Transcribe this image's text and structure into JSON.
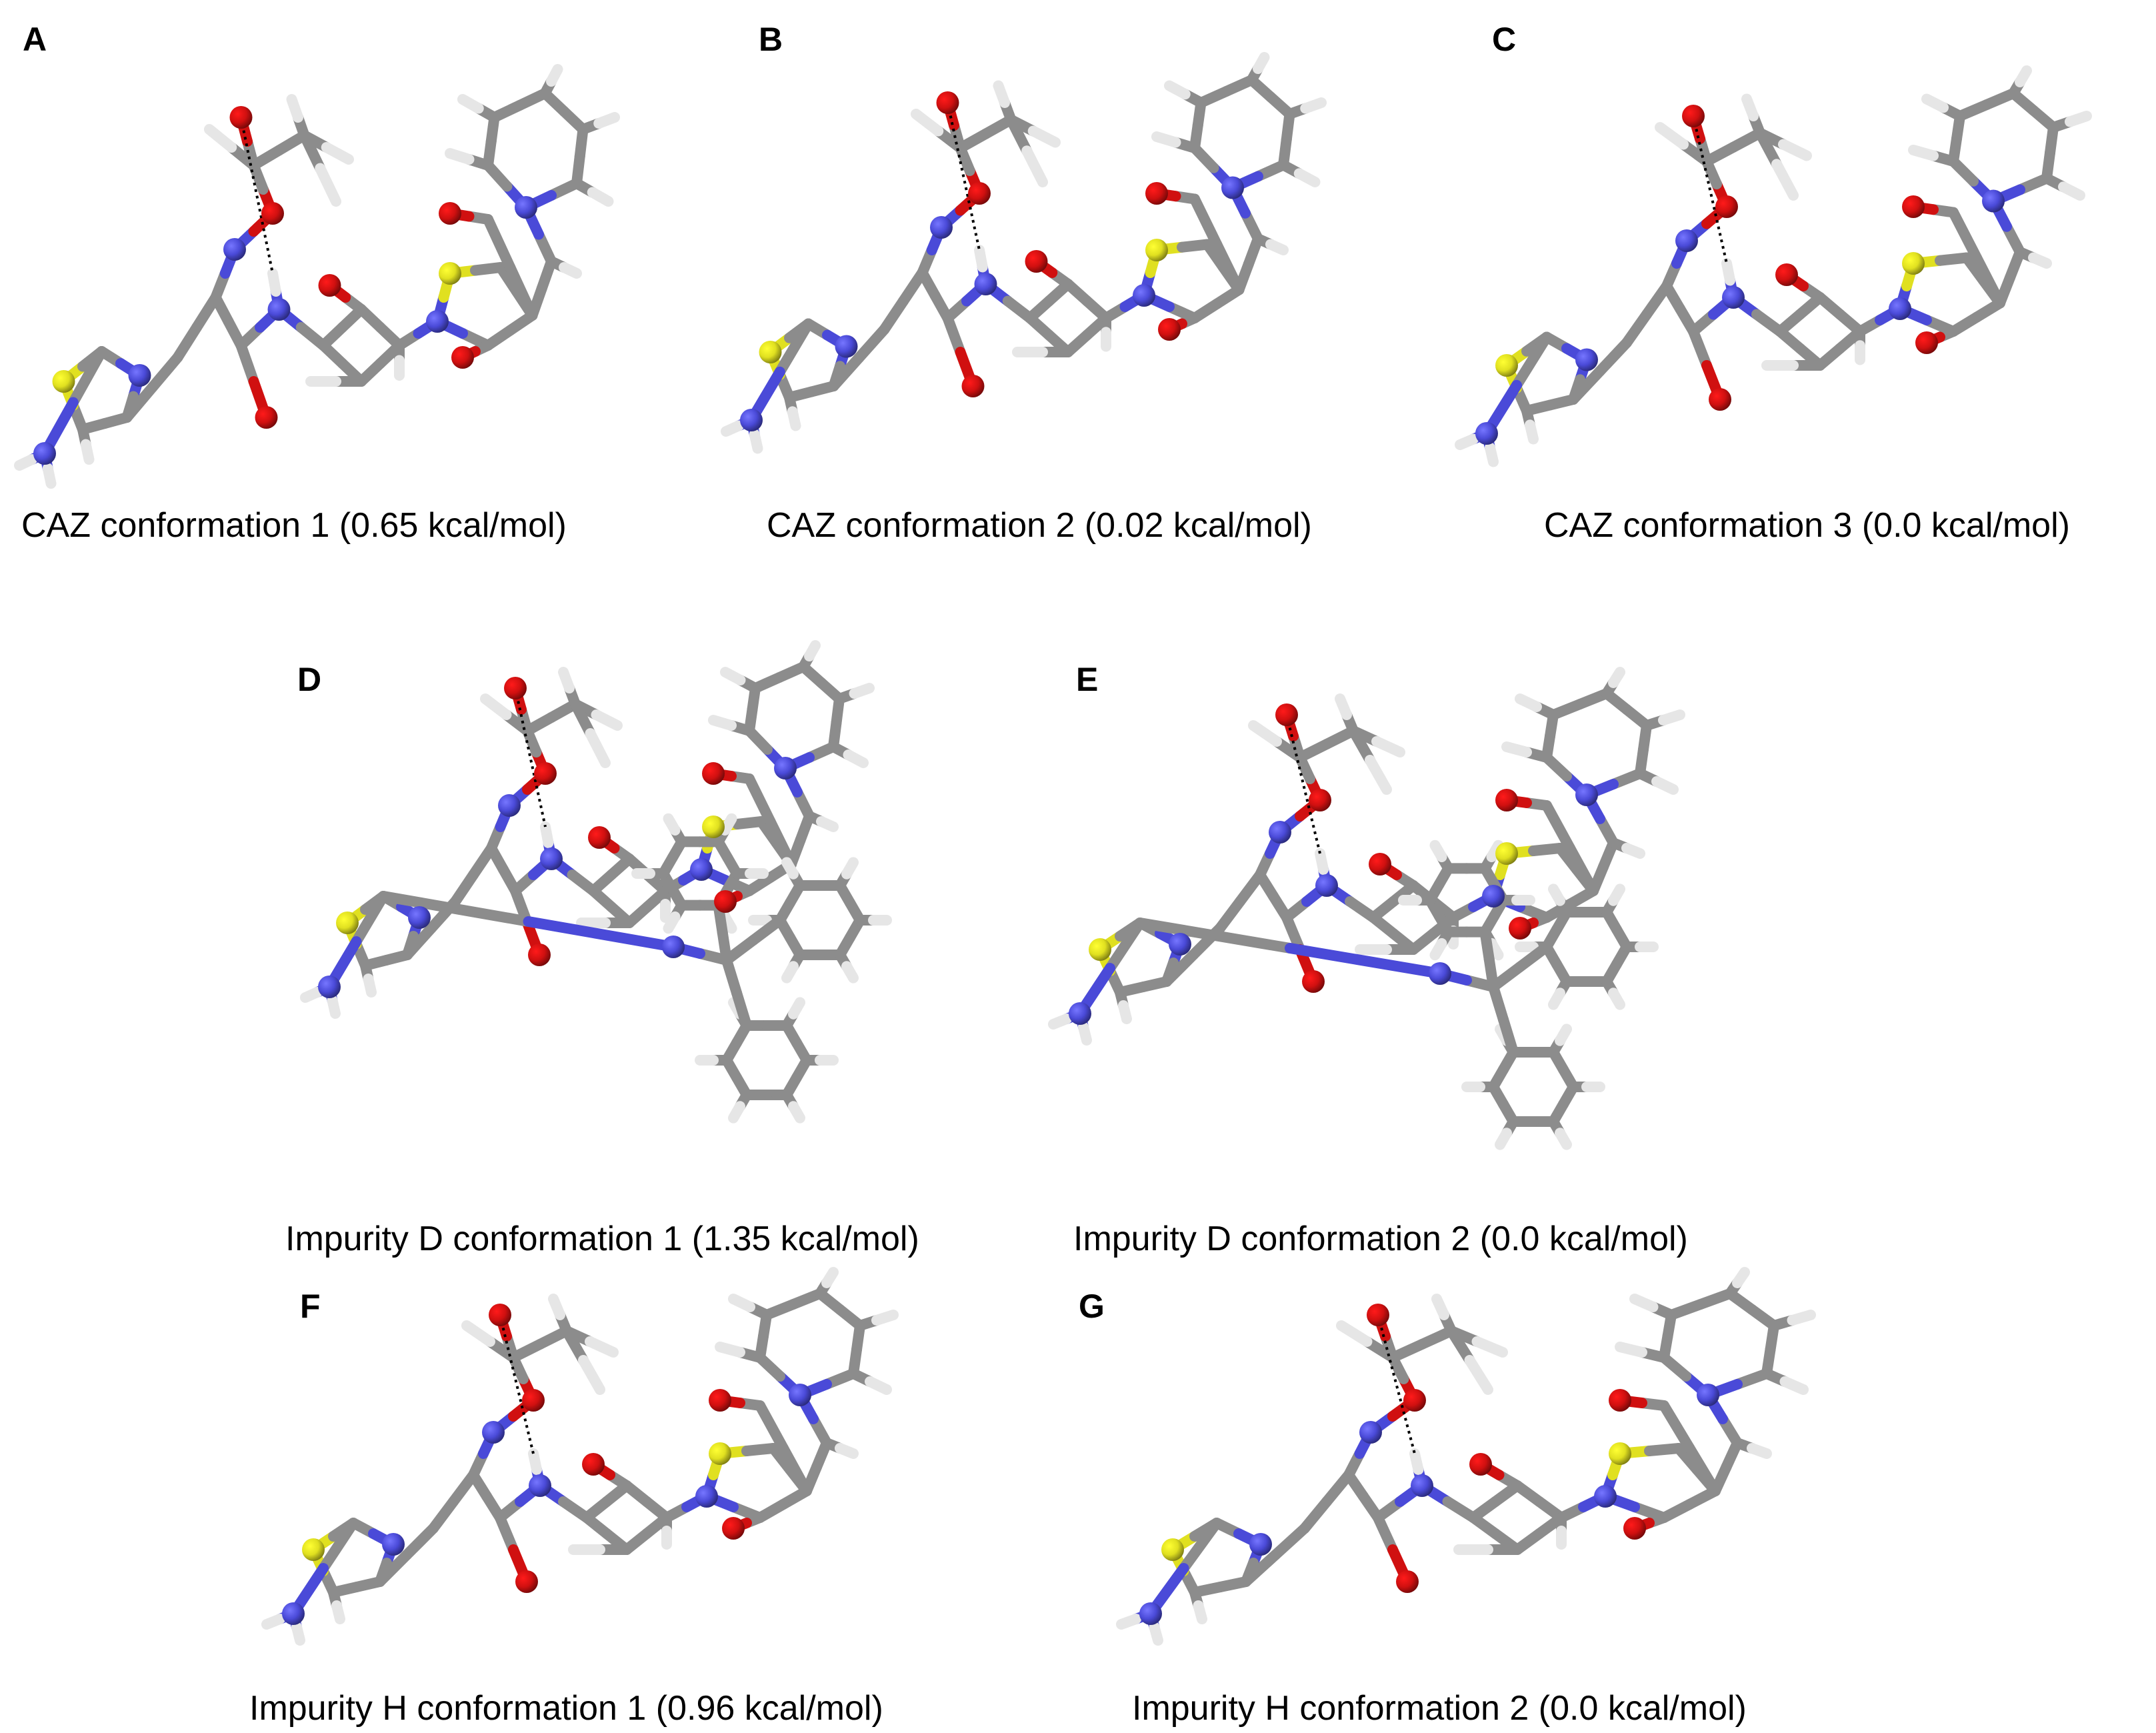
{
  "panels": [
    {
      "letter": "A",
      "caption": "CAZ conformation 1 (0.65 kcal/mol)"
    },
    {
      "letter": "B",
      "caption": "CAZ conformation 2 (0.02 kcal/mol)"
    },
    {
      "letter": "C",
      "caption": "CAZ conformation 3 (0.0 kcal/mol)"
    },
    {
      "letter": "D",
      "caption": "Impurity D conformation 1 (1.35 kcal/mol)"
    },
    {
      "letter": "E",
      "caption": "Impurity D conformation 2 (0.0 kcal/mol)"
    },
    {
      "letter": "F",
      "caption": "Impurity H conformation 1 (0.96 kcal/mol)"
    },
    {
      "letter": "G",
      "caption": "Impurity H conformation 2 (0.0 kcal/mol)"
    }
  ],
  "atom_colors": {
    "carbon": "#8c8c8c",
    "hydrogen": "#e6e6e6",
    "oxygen": "#d01010",
    "nitrogen": "#4a4ad8",
    "sulfur": "#e0e020"
  }
}
